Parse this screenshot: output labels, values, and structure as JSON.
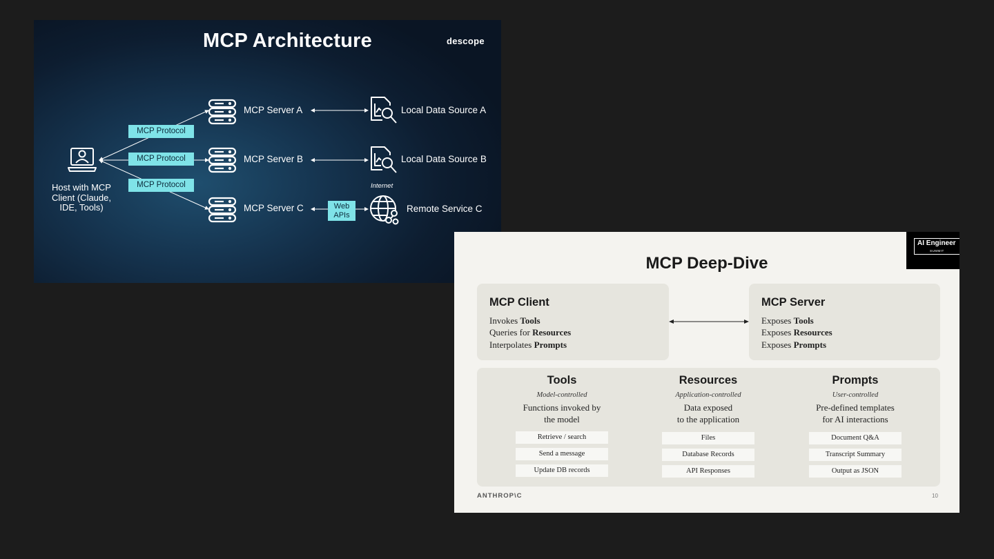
{
  "slide1": {
    "title": "MCP Architecture",
    "logo": "descope",
    "host_label": "Host with MCP Client (Claude, IDE, Tools)",
    "protocols": [
      "MCP Protocol",
      "MCP Protocol",
      "MCP Protocol"
    ],
    "servers": [
      "MCP Server A",
      "MCP Server B",
      "MCP Server C"
    ],
    "sources": [
      "Local Data Source A",
      "Local Data Source B",
      "Remote Service C"
    ],
    "internet_label": "Internet",
    "web_apis_label": "Web APIs",
    "icons": {
      "host": "laptop-user-icon",
      "server": "server-stack-icon",
      "local_source": "chart-search-icon",
      "remote": "globe-network-icon"
    },
    "colors": {
      "label_bg": "#7fe3e8",
      "background": "#0d1d30"
    }
  },
  "slide2": {
    "badge": "AI Engineer",
    "badge_sub": "SUMMIT",
    "title": "MCP Deep-Dive",
    "client": {
      "title": "MCP Client",
      "lines": [
        {
          "prefix": "Invokes ",
          "bold": "Tools"
        },
        {
          "prefix": "Queries for ",
          "bold": "Resources"
        },
        {
          "prefix": "Interpolates ",
          "bold": "Prompts"
        }
      ]
    },
    "server": {
      "title": "MCP Server",
      "lines": [
        {
          "prefix": "Exposes ",
          "bold": "Tools"
        },
        {
          "prefix": "Exposes ",
          "bold": "Resources"
        },
        {
          "prefix": "Exposes ",
          "bold": "Prompts"
        }
      ]
    },
    "columns": [
      {
        "title": "Tools",
        "control": "Model-controlled",
        "desc1": "Functions invoked by",
        "desc2": "the model",
        "examples": [
          "Retrieve / search",
          "Send a message",
          "Update DB records"
        ]
      },
      {
        "title": "Resources",
        "control": "Application-controlled",
        "desc1": "Data exposed",
        "desc2": "to the application",
        "examples": [
          "Files",
          "Database Records",
          "API Responses"
        ]
      },
      {
        "title": "Prompts",
        "control": "User-controlled",
        "desc1": "Pre-defined templates",
        "desc2": "for AI interactions",
        "examples": [
          "Document Q&A",
          "Transcript Summary",
          "Output as JSON"
        ]
      }
    ],
    "footer": "ANTHROP\\C",
    "page_number": "10",
    "colors": {
      "background": "#f4f3ef",
      "card": "#e6e5de"
    }
  }
}
